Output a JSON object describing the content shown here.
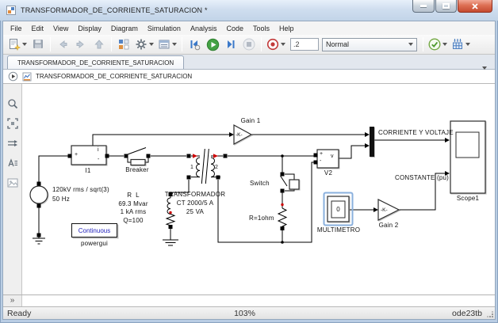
{
  "window": {
    "title": "TRANSFORMADOR_DE_CORRIENTE_SATURACION *"
  },
  "menu": {
    "items": [
      "File",
      "Edit",
      "View",
      "Display",
      "Diagram",
      "Simulation",
      "Analysis",
      "Code",
      "Tools",
      "Help"
    ]
  },
  "toolbar": {
    "sim_time_value": ".2",
    "mode_value": "Normal"
  },
  "tab": {
    "label": "TRANSFORMADOR_DE_CORRIENTE_SATURACION"
  },
  "breadcrumb": {
    "model": "TRANSFORMADOR_DE_CORRIENTE_SATURACION"
  },
  "palette": {
    "overflow_label": "»"
  },
  "diagram": {
    "source": {
      "line1": "120kV rms / sqrt(3)",
      "line2": "50 Hz"
    },
    "i1": {
      "name": "I1",
      "plus": "+",
      "minus": "-",
      "out": "i"
    },
    "breaker": {
      "name": "Breaker"
    },
    "rl_load": {
      "line1": "R  L",
      "line2": "69.3 Mvar",
      "line3": "1 kA rms",
      "line4": "Q=100"
    },
    "transformer": {
      "line1": "TRANSFORMADOR",
      "line2": "CT 2000/5 A",
      "line3": "25 VA",
      "primary_num": "1",
      "secondary_num": "2"
    },
    "switch": {
      "name": "Switch"
    },
    "resistor": {
      "name": "R=1ohm"
    },
    "gain1": {
      "name": "Gain 1",
      "value": "-K-"
    },
    "gain2": {
      "name": "Gain 2",
      "value": "-K-"
    },
    "v2": {
      "name": "V2",
      "plus": "+",
      "minus": "-",
      "out": "v"
    },
    "signals": {
      "mux_out": "CORRIENTE Y VOLTAJE",
      "constant": "CONSTANTE (pu)"
    },
    "scope": {
      "name": "Scope1"
    },
    "multimeter": {
      "name": "MULTIMETRO",
      "value": "0"
    },
    "powergui": {
      "value": "Continuous",
      "name": "powergui"
    }
  },
  "statusbar": {
    "status": "Ready",
    "zoom": "103%",
    "solver": "ode23tb"
  },
  "icons": {
    "titlebar": [
      "simulink-app",
      "minimize",
      "maximize",
      "close"
    ],
    "toolbar": [
      "new-model",
      "save",
      "back",
      "forward",
      "up",
      "library-browser",
      "settings-gear",
      "model-config",
      "step-back",
      "run",
      "step-forward",
      "stop",
      "record",
      "validate-check",
      "build"
    ],
    "palette": [
      "zoom",
      "fit-to-view",
      "route-lines",
      "annotation",
      "image"
    ],
    "breadcrumb": [
      "collapse-arrow",
      "model-file",
      "dropdown-caret"
    ]
  },
  "colors": {
    "selection_blue": "#8ab0dd",
    "run_green": "#44a244",
    "record_red": "#c23a3a",
    "wire_black": "#000000",
    "marker_red": "#cc0000",
    "powergui_text_blue": "#2222bb",
    "close_button_red": "#c44a30",
    "window_border_blue": "#b9cde4"
  }
}
